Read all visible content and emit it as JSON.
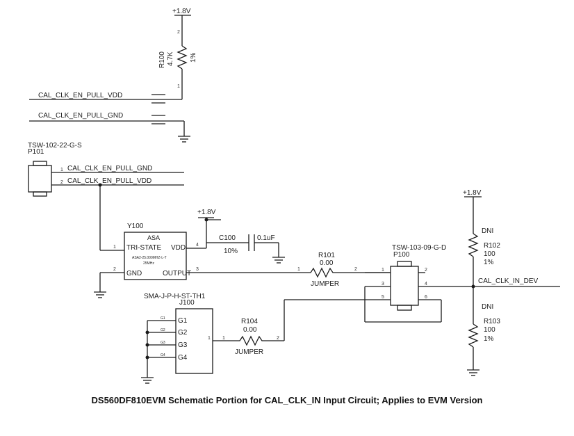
{
  "caption": "DS560DF810EVM Schematic Portion for CAL_CLK_IN Input Circuit; Applies to EVM Version",
  "power": {
    "top": "+1.8V",
    "y100": "+1.8V",
    "right": "+1.8V"
  },
  "nets": {
    "pull_vdd": "CAL_CLK_EN_PULL_VDD",
    "pull_gnd": "CAL_CLK_EN_PULL_GND",
    "p101_1": "CAL_CLK_EN_PULL_GND",
    "p101_2": "CAL_CLK_EN_PULL_VDD",
    "out": "CAL_CLK_IN_DEV"
  },
  "r100": {
    "ref": "R100",
    "value": "4.7K",
    "tol": "1%"
  },
  "p101": {
    "part": "TSW-102-22-G-S",
    "ref": "P101"
  },
  "y100": {
    "ref": "Y100",
    "type": "ASA",
    "part": "ASA2-25.000MHZ-L-T",
    "freq": "25MHz",
    "pin_tristate": "TRI-STATE",
    "pin_vdd": "VDD",
    "pin_gnd": "GND",
    "pin_output": "OUTPUT"
  },
  "c100": {
    "ref": "C100",
    "tol": "10%",
    "value": "0.1uF"
  },
  "r101": {
    "ref": "R101",
    "value": "0.00",
    "note": "JUMPER"
  },
  "p100": {
    "part": "TSW-103-09-G-D",
    "ref": "P100"
  },
  "j100": {
    "part": "SMA-J-P-H-ST-TH1",
    "ref": "J100",
    "g1": "G1",
    "g2": "G2",
    "g3": "G3",
    "g4": "G4"
  },
  "r104": {
    "ref": "R104",
    "value": "0.00",
    "note": "JUMPER"
  },
  "r102": {
    "dni": "DNI",
    "ref": "R102",
    "value": "100",
    "tol": "1%"
  },
  "r103": {
    "dni": "DNI",
    "ref": "R103",
    "value": "100",
    "tol": "1%"
  },
  "pins": {
    "n1": "1",
    "n2": "2",
    "n3": "3",
    "n4": "4",
    "n5": "5",
    "n6": "6",
    "g1": "G1",
    "g2": "G2",
    "g3": "G3",
    "g4": "G4"
  }
}
